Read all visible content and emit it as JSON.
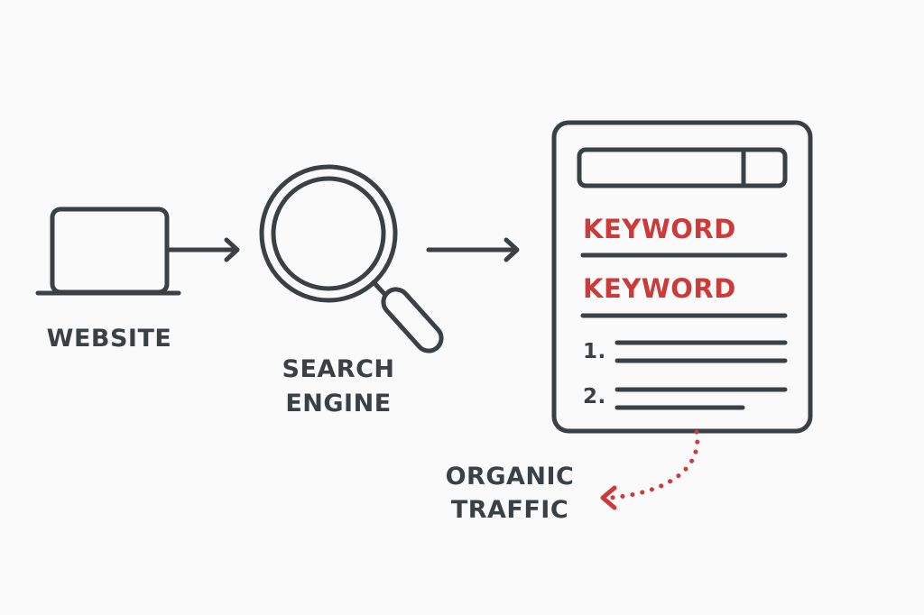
{
  "labels": {
    "website": "WEBSITE",
    "search_line1": "SEARCH",
    "search_line2": "ENGINE",
    "keyword1": "KEYWORD",
    "keyword2": "KEYWORD",
    "result1_number": "1.",
    "result2_number": "2.",
    "traffic_line1": "ORGANIC",
    "traffic_line2": "TRAFFIC"
  },
  "icons": {
    "website": "laptop-icon",
    "search": "magnifying-glass-icon",
    "results": "search-results-page-icon"
  },
  "colors": {
    "ink": "#3b4044",
    "accent": "#cc3a3a",
    "background": "#fafafa"
  }
}
